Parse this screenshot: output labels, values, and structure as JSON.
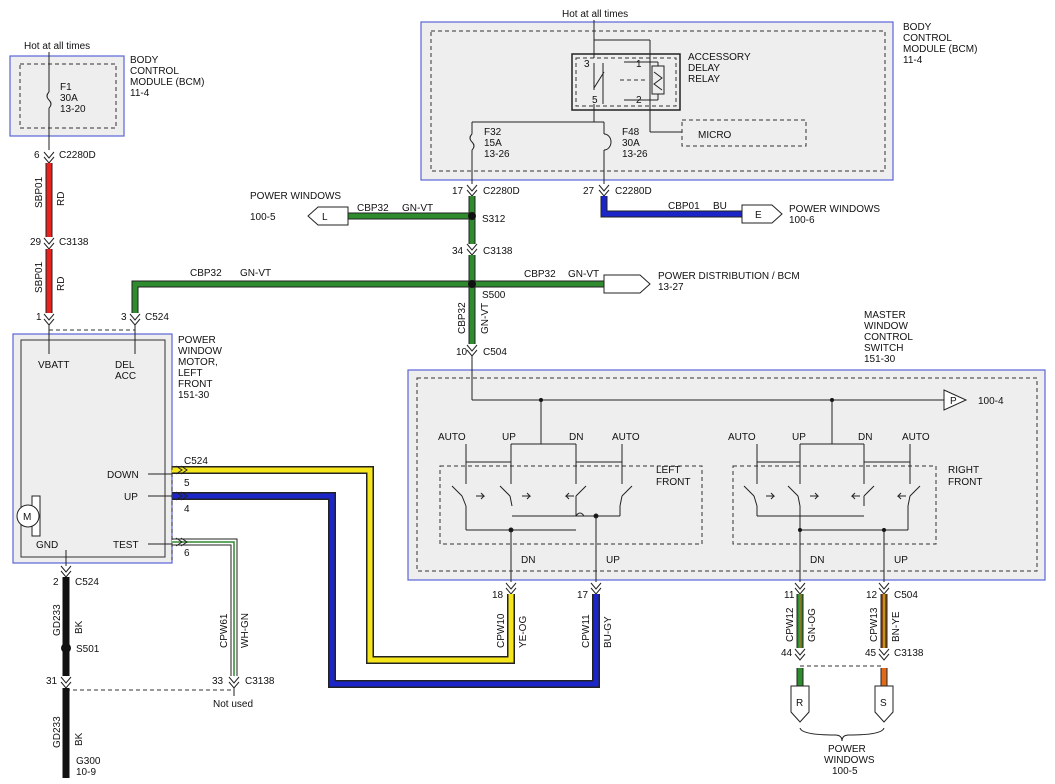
{
  "colors": {
    "red": "#e8231f",
    "green": "#2e8b2e",
    "blue": "#1b25c8",
    "yellow": "#f5e61c",
    "black": "#111111",
    "orange": "#e06a1a",
    "module_border": "#5a64d8",
    "module_fill": "#eeeeee"
  },
  "texts": {
    "hot1": "Hot at all times",
    "hot2": "Hot at all times",
    "bcm_left": [
      "BODY",
      "CONTROL",
      "MODULE (BCM)",
      "11-4"
    ],
    "bcm_right": [
      "BODY",
      "CONTROL",
      "MODULE (BCM)",
      "11-4"
    ],
    "f1": [
      "F1",
      "30A",
      "13-20"
    ],
    "f32": [
      "F32",
      "15A",
      "13-26"
    ],
    "f48": [
      "F48",
      "30A",
      "13-26"
    ],
    "relay": [
      "ACCESSORY",
      "DELAY",
      "RELAY"
    ],
    "relay_pins": [
      "3",
      "1",
      "5",
      "2"
    ],
    "micro": "MICRO",
    "motor": [
      "POWER",
      "WINDOW",
      "MOTOR,",
      "LEFT",
      "FRONT",
      "151-30"
    ],
    "mwcs": [
      "MASTER",
      "WINDOW",
      "CONTROL",
      "SWITCH",
      "151-30"
    ],
    "motor_pins": {
      "vbatt": "VBATT",
      "del": "DEL",
      "acc": "ACC",
      "down": "DOWN",
      "up": "UP",
      "gnd": "GND",
      "test": "TEST",
      "m": "M"
    },
    "switch_left": {
      "auto1": "AUTO",
      "up": "UP",
      "dn": "DN",
      "auto2": "AUTO",
      "side1": "LEFT",
      "side2": "FRONT",
      "dn_out": "DN",
      "up_out": "UP"
    },
    "switch_right": {
      "auto1": "AUTO",
      "up": "UP",
      "dn": "DN",
      "auto2": "AUTO",
      "side1": "RIGHT",
      "side2": "FRONT",
      "dn_out": "DN",
      "up_out": "UP"
    },
    "pw_l": [
      "POWER WINDOWS",
      "100-5"
    ],
    "pw_e": [
      "POWER WINDOWS",
      "100-6"
    ],
    "pd_bcm": [
      "POWER DISTRIBUTION / BCM",
      "13-27"
    ],
    "pw_bottom": [
      "POWER",
      "WINDOWS",
      "100-5"
    ],
    "p_ref": "100-4",
    "not_used": "Not used",
    "g300": [
      "G300",
      "10-9"
    ]
  },
  "connectors": {
    "c2280d_a": {
      "pin": "6",
      "name": "C2280D"
    },
    "c3138_a": {
      "pin": "29",
      "name": "C3138"
    },
    "c524_1": {
      "pin": "1"
    },
    "c524_3": {
      "pin": "3",
      "name": "C524"
    },
    "c2280d_17": {
      "pin": "17",
      "name": "C2280D"
    },
    "c2280d_27": {
      "pin": "27",
      "name": "C2280D"
    },
    "s312": "S312",
    "c3138_34": {
      "pin": "34",
      "name": "C3138"
    },
    "s500": "S500",
    "c504_10": {
      "pin": "10",
      "name": "C504"
    },
    "c524_5": {
      "pin": "5",
      "name": "C524"
    },
    "c524_4": {
      "pin": "4"
    },
    "c524_6": {
      "pin": "6"
    },
    "c524_2": {
      "pin": "2",
      "name": "C524"
    },
    "s501": "S501",
    "c3138_31": {
      "pin": "31"
    },
    "c3138_33": {
      "pin": "33",
      "name": "C3138"
    },
    "c504_18": {
      "pin": "18"
    },
    "c504_17": {
      "pin": "17"
    },
    "c504_11": {
      "pin": "11"
    },
    "c504_12": {
      "pin": "12",
      "name": "C504"
    },
    "c3138_44": {
      "pin": "44"
    },
    "c3138_45": {
      "pin": "45",
      "name": "C3138"
    }
  },
  "wires": {
    "sbp01_a": {
      "circuit": "SBP01",
      "color": "RD"
    },
    "sbp01_b": {
      "circuit": "SBP01",
      "color": "RD"
    },
    "cbp32_l": {
      "circuit": "CBP32",
      "color": "GN-VT"
    },
    "cbp01_e": {
      "circuit": "CBP01",
      "color": "BU"
    },
    "cbp32_motor": {
      "circuit": "CBP32",
      "color": "GN-VT"
    },
    "cbp32_pd": {
      "circuit": "CBP32",
      "color": "GN-VT"
    },
    "cbp32_v": {
      "circuit": "CBP32",
      "color": "GN-VT"
    },
    "gd233_a": {
      "circuit": "GD233",
      "color": "BK"
    },
    "gd233_b": {
      "circuit": "GD233",
      "color": "BK"
    },
    "cpw61": {
      "circuit": "CPW61",
      "color": "WH-GN"
    },
    "cpw10": {
      "circuit": "CPW10",
      "color": "YE-OG"
    },
    "cpw11": {
      "circuit": "CPW11",
      "color": "BU-GY"
    },
    "cpw12": {
      "circuit": "CPW12",
      "color": "GN-OG"
    },
    "cpw13": {
      "circuit": "CPW13",
      "color": "BN-YE"
    }
  },
  "terminals": {
    "l": "L",
    "e": "E",
    "p": "P",
    "r": "R",
    "s": "S"
  }
}
